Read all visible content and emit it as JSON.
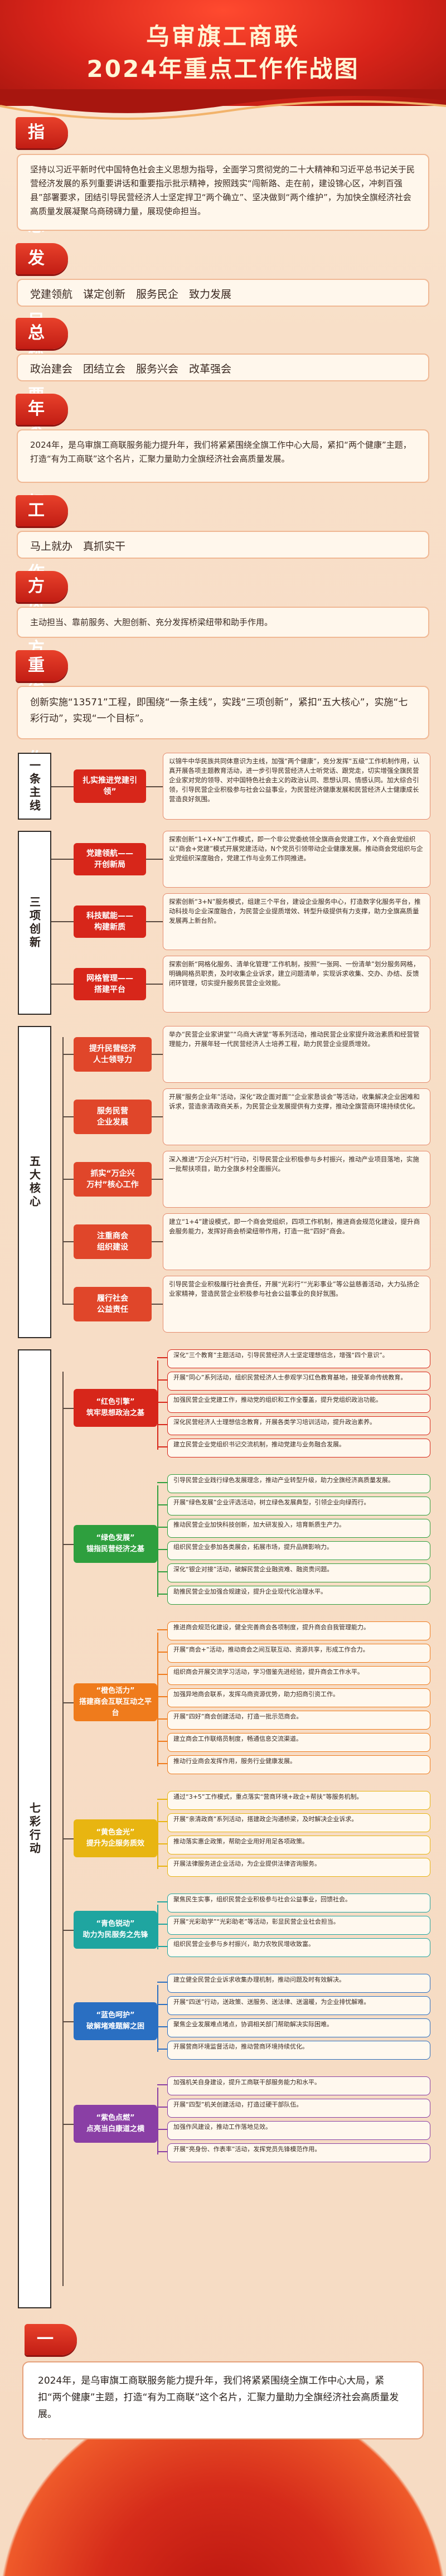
{
  "title": {
    "line1": "乌审旗工商联",
    "line2": "2024年重点工作作战图"
  },
  "sections": {
    "guide": {
      "heading": "指导思想",
      "text": "坚持以习近平新时代中国特色社会主义思想为指导，全面学习贯彻党的二十大精神和习近平总书记关于民营经济发展的系列重要讲话和重要指示批示精神，按照践实“闯新路、走在前，建设锦心区，冲刺百强县”部署要求，团结引导民营经济人士坚定捍卫“两个确立”、坚决做到“两个维护”，为加快全旗经济社会高质量发展凝聚乌商磅礴力量，展现使命担当。"
    },
    "goal": {
      "heading": "发展目标",
      "text": "党建领航　谋定创新　服务民企　致力发展"
    },
    "req": {
      "heading": "总体要求",
      "text": "政治建会　团结立会　服务兴会　改革强会"
    },
    "annual": {
      "heading": "年度目标",
      "text": "2024年，是乌审旗工商联服务能力提升年，我们将紧紧围绕全旗工作中心大局，紧扣“两个健康”主题，打造“有为工商联”这个名片，汇聚力量助力全旗经济社会高质量发展。"
    },
    "style": {
      "heading": "工作作风",
      "text": "马上就办　真抓实干"
    },
    "method": {
      "heading": "方式方法",
      "text": "主动担当、靠前服务、大胆创新、充分发挥桥梁纽带和助手作用。"
    },
    "key": {
      "heading": "重点工作",
      "text": "创新实施“13571”工程，即围绕“一条主线”，实践“三项创新”，紧扣“五大核心”，实施“七彩行动”，实现“一个目标”。"
    }
  },
  "tree": {
    "g1": {
      "label": "一条主线",
      "nodes": [
        {
          "title": "扎实推进党建引领”",
          "text": "以锦牛中华民族共同体意识为主线，加强“两个健康”，充分发挥“五级”工作机制作用，认真开展各项主题教育活动，进一步引导民营经济人士听党话、跟党走，切实增强全旗民营企业家对党的领导、对中国特色社会主义的政治认同、思想认同、情感认同。加大综合引领，引导民营企业积极参与社会公益事业，为民营经济健康发展和民营经济人士健康成长营造良好氛围。"
        }
      ]
    },
    "g2": {
      "label": "三项创新",
      "nodes": [
        {
          "title": "党建领航——\n开创新局",
          "text": "探索创新“1+X+N”工作模式，即一个非公党委统领全旗商会党建工作，X个商会党组织以“商会+党建”模式开展党建活动，N个党员引领带动企业健康发展。推动商会党组织与企业党组织深度融合，党建工作与业务工作同推进。"
        },
        {
          "title": "科技赋能——\n构建新质",
          "text": "探索创新“3+N”服务模式，组建三个平台，建设企业服务中心，打造数字化服务平台，推动科技与企业深度融合，为民营企业提质增效、转型升级提供有力支撑，助力全旗高质量发展再上新台阶。"
        },
        {
          "title": "网格管理——\n搭建平台",
          "text": "探索创新“网格化服务、清单化管理”工作机制，按照“一张网、一份清单”划分服务网格，明确网格员职责，及时收集企业诉求，建立问题清单，实现诉求收集、交办、办结、反馈闭环管理，切实提升服务民营企业效能。"
        }
      ]
    },
    "g3": {
      "label": "五大核心",
      "nodes": [
        {
          "title": "提升民营经济\n人士领导力",
          "text": "举办“民营企业家讲堂”“乌商大讲堂”等系列活动，推动民营企业家提升政治素质和经营管理能力，开展年轻一代民营经济人士培养工程，助力民营企业提质增效。"
        },
        {
          "title": "服务民营\n企业发展",
          "text": "开展“服务企业年”活动，深化“政企面对面”“企业家恳谈会”等活动，收集解决企业困难和诉求，营造亲清政商关系，为民营企业发展提供有力支撑，推动全旗营商环境持续优化。"
        },
        {
          "title": "抓实“万企兴\n万村”核心工作",
          "text": "深入推进“万企兴万村”行动，引导民营企业积极参与乡村振兴，推动产业项目落地，实施一批帮扶项目，助力全旗乡村全面振兴。"
        },
        {
          "title": "注重商会\n组织建设",
          "text": "建立“1+4”建设模式，即一个商会党组织，四项工作机制，推进商会规范化建设，提升商会服务能力，发挥好商会桥梁纽带作用，打造一批“四好”商会。"
        },
        {
          "title": "履行社会\n公益责任",
          "text": "引导民营企业积极履行社会责任，开展“光彩行”“光彩事业”等公益慈善活动，大力弘扬企业家精神，营造民营企业积极参与社会公益事业的良好氛围。"
        }
      ]
    },
    "g4": {
      "label": "七彩行动",
      "nodes": [
        {
          "title": "“红色引擎”\n筑牢思想政治之基",
          "color": "#d7261a",
          "items": [
            "深化“三个教育”主题活动，引导民营经济人士坚定理想信念，增强“四个意识”。",
            "开展“同心”系列活动，组织民营经济人士参观学习红色教育基地，接受革命传统教育。",
            "加强民营企业党建工作，推动党的组织和工作全覆盖，提升党组织政治功能。",
            "深化民营经济人士理想信念教育，开展各类学习培训活动，提升政治素养。",
            "建立民营企业党组织书记交流机制，推动党建与业务融合发展。"
          ]
        },
        {
          "title": "“绿色发展”\n锚指民营经济之基",
          "color": "#2e9f3e",
          "items": [
            "引导民营企业践行绿色发展理念，推动产业转型升级，助力全旗经济高质量发展。",
            "开展“绿色发展”企业评选活动，树立绿色发展典型，引领企业向绿而行。",
            "推动民营企业加快科技创新，加大研发投入，培育新质生产力。",
            "组织民营企业参加各类展会，拓展市场，提升品牌影响力。",
            "深化“银企对接”活动，破解民营企业融资难、融资贵问题。",
            "助推民营企业加强合规建设，提升企业现代化治理水平。"
          ]
        },
        {
          "title": "“橙色活力”\n搭建商会互联互动之平台",
          "color": "#ef7b1c",
          "items": [
            "推进商会规范化建设，健全完善商会各项制度，提升商会自我管理能力。",
            "开展“商会+”活动，推动商会之间互联互动、资源共享，形成工作合力。",
            "组织商会开展交流学习活动，学习借鉴先进经验，提升商会工作水平。",
            "加强异地商会联系，发挥乌商资源优势，助力招商引资工作。",
            "开展“四好”商会创建活动，打造一批示范商会。",
            "建立商会工作联络员制度，畅通信息交流渠道。",
            "推动行业商会发挥作用，服务行业健康发展。"
          ]
        },
        {
          "title": "“黄色金光”\n提升为企服务质效",
          "color": "#e8b511",
          "items": [
            "通过“3+5”工作模式，重点落实“营商环境+政企+帮扶”等服务机制。",
            "开展“亲清政商”系列活动，搭建政企沟通桥梁，及时解决企业诉求。",
            "推动落实惠企政策，帮助企业用好用足各项政策。",
            "开展法律服务进企业活动，为企业提供法律咨询服务。"
          ]
        },
        {
          "title": "“青色锐动”\n助力为民服务之先锋",
          "color": "#1fa5a0",
          "items": [
            "聚焦民生实事，组织民营企业积极参与社会公益事业，回馈社会。",
            "开展“光彩助学”“光彩助老”等活动，彰显民营企业社会担当。",
            "组织民营企业参与乡村振兴，助力农牧民增收致富。"
          ]
        },
        {
          "title": "“蓝色呵护”\n破解堵难题解之困",
          "color": "#2a6fc2",
          "items": [
            "建立健全民营企业诉求收集办理机制，推动问题及时有效解决。",
            "开展“四送”行动，送政策、送服务、送法律、送温暖，为企业排忧解难。",
            "聚焦企业发展难点堵点，协调相关部门帮助解决实际困难。",
            "开展营商环境监督活动，推动营商环境持续优化。"
          ]
        },
        {
          "title": "“紫色点燃”\n点亮当白康道之横",
          "color": "#8a3fa5",
          "items": [
            "加强机关自身建设，提升工商联干部服务能力和水平。",
            "开展“四型”机关创建活动，打造过硬干部队伍。",
            "加强作风建设，推动工作落地见效。",
            "开展“亮身份、作表率”活动，发挥党员先锋模范作用。"
          ]
        }
      ]
    }
  },
  "final": {
    "heading": "一个目标",
    "text": "2024年，是乌审旗工商联服务能力提升年，我们将紧紧围绕全旗工作中心大局，紧扣“两个健康”主题，打造“有为工商联”这个名片，汇聚力量助力全旗经济社会高质量发展。"
  }
}
